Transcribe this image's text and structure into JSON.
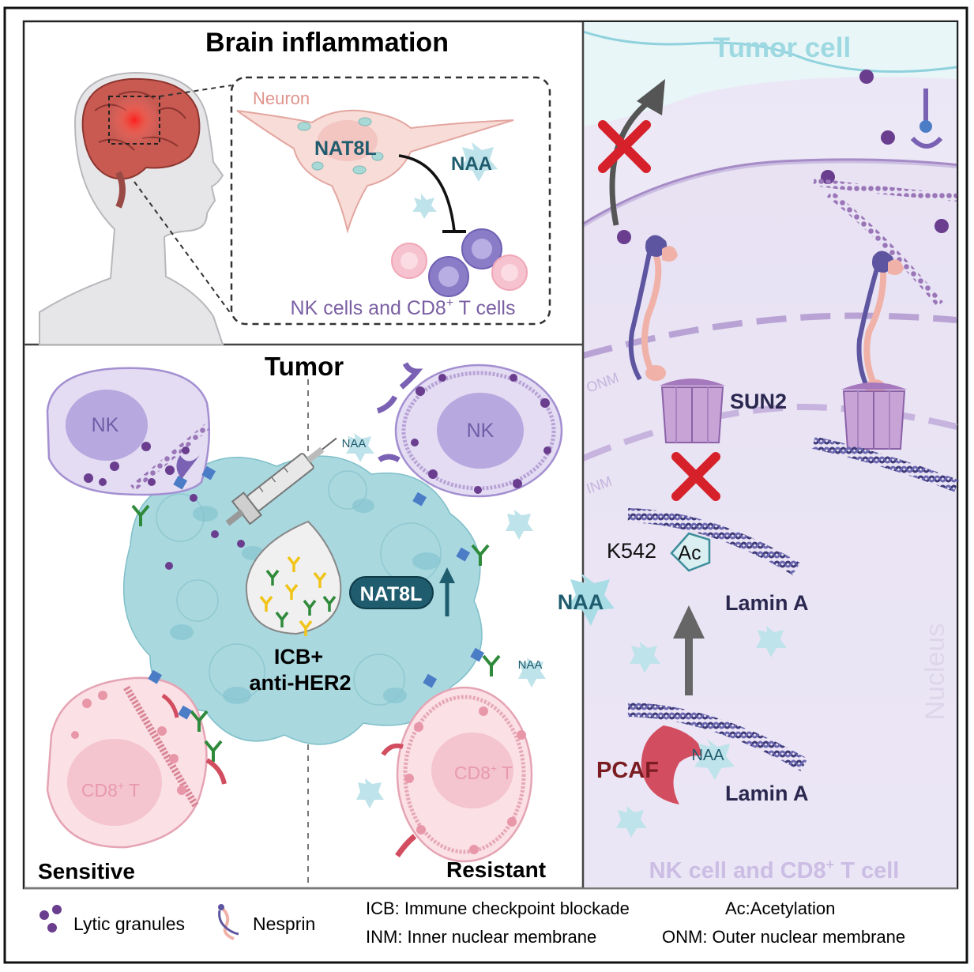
{
  "brain": {
    "title": "Brain inflammation",
    "neuron_label": "Neuron",
    "nat8l_label": "NAT8L",
    "naa_label": "NAA",
    "cells_label_prefix": "NK cells and CD8",
    "cells_label_sup": "+",
    "cells_label_suffix": " T cells"
  },
  "tumor": {
    "title": "Tumor",
    "nk_label": "NK",
    "cd8_label": "CD8",
    "cd8_sup": "+",
    "cd8_suffix": " T",
    "naa_small": "NAA",
    "nat8l_label": "NAT8L",
    "icb_line1": "ICB+",
    "icb_line2": "anti-HER2",
    "sensitive_label": "Sensitive",
    "resistant_label": "Resistant"
  },
  "right": {
    "tumor_cell_label": "Tumor cell",
    "onm_label": "ONM",
    "inm_label": "INM",
    "sun2_label": "SUN2",
    "k542_label": "K542",
    "ac_label": "Ac",
    "lamin_top": "Lamin A",
    "lamin_bottom": "Lamin A",
    "naa_label": "NAA",
    "naa_small": "NAA",
    "pcaf_label": "PCAF",
    "nucleus_label": "Nucleus",
    "cell_caption_prefix": "NK cell and CD8",
    "cell_caption_sup": "+",
    "cell_caption_suffix": " T cell"
  },
  "legend": {
    "granules": "Lytic granules",
    "nesprin": "Nesprin",
    "icb": "ICB: Immune checkpoint blockade",
    "ac": "Ac:Acetylation",
    "inm": "INM: Inner nuclear membrane",
    "onm": "ONM: Outer nuclear membrane"
  },
  "colors": {
    "granule": "#6a3d8f",
    "nk_fill": "#e3dcf2",
    "cd8_fill": "#f8d7df",
    "tumor": "#a9d8df",
    "naa": "#a9dde6",
    "nat8l": "#1f5c6e",
    "red_x": "#d6212b",
    "pcaf": "#d24d5f"
  },
  "icons": [
    "lytic-granule-icon",
    "nesprin-icon",
    "red-x-icon",
    "syringe-icon",
    "antibody-icon",
    "naa-star-icon",
    "brain-icon",
    "head-silhouette-icon"
  ]
}
